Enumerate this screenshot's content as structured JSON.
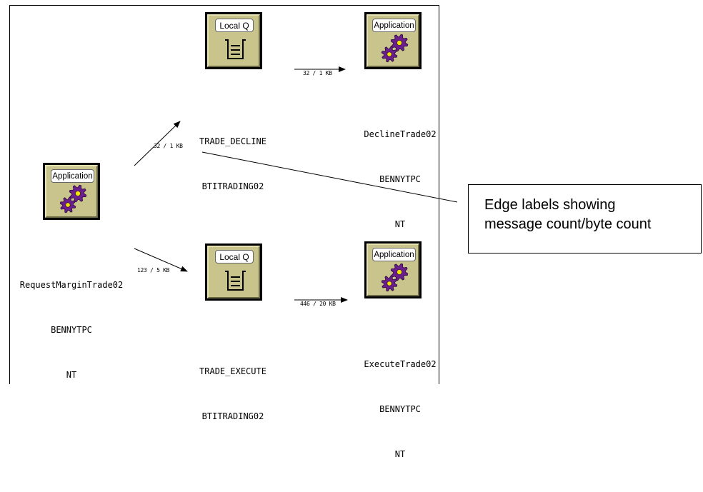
{
  "nodes": {
    "local_q_decline": {
      "badge": "Local Q",
      "name": "TRADE_DECLINE",
      "host": "BTITRADING02"
    },
    "local_q_execute": {
      "badge": "Local Q",
      "name": "TRADE_EXECUTE",
      "host": "BTITRADING02"
    },
    "app_decline": {
      "badge": "Application",
      "name": "DeclineTrade02",
      "host": "BENNYTPC",
      "os": "NT"
    },
    "app_request": {
      "badge": "Application",
      "name": "RequestMarginTrade02",
      "host": "BENNYTPC",
      "os": "NT"
    },
    "app_execute": {
      "badge": "Application",
      "name": "ExecuteTrade02",
      "host": "BENNYTPC",
      "os": "NT"
    }
  },
  "edges": {
    "request_to_decline": "32 / 1 KB",
    "decline_to_app": "32 / 1 KB",
    "request_to_execute": "123 / 5 KB",
    "execute_to_app": "446 / 20 KB"
  },
  "callout": {
    "line1": "Edge labels showing",
    "line2": "message count/byte count"
  },
  "colors": {
    "node_fill": "#c9c48c",
    "gear": "#6b1f8a",
    "gear_center": "#f2e600"
  }
}
